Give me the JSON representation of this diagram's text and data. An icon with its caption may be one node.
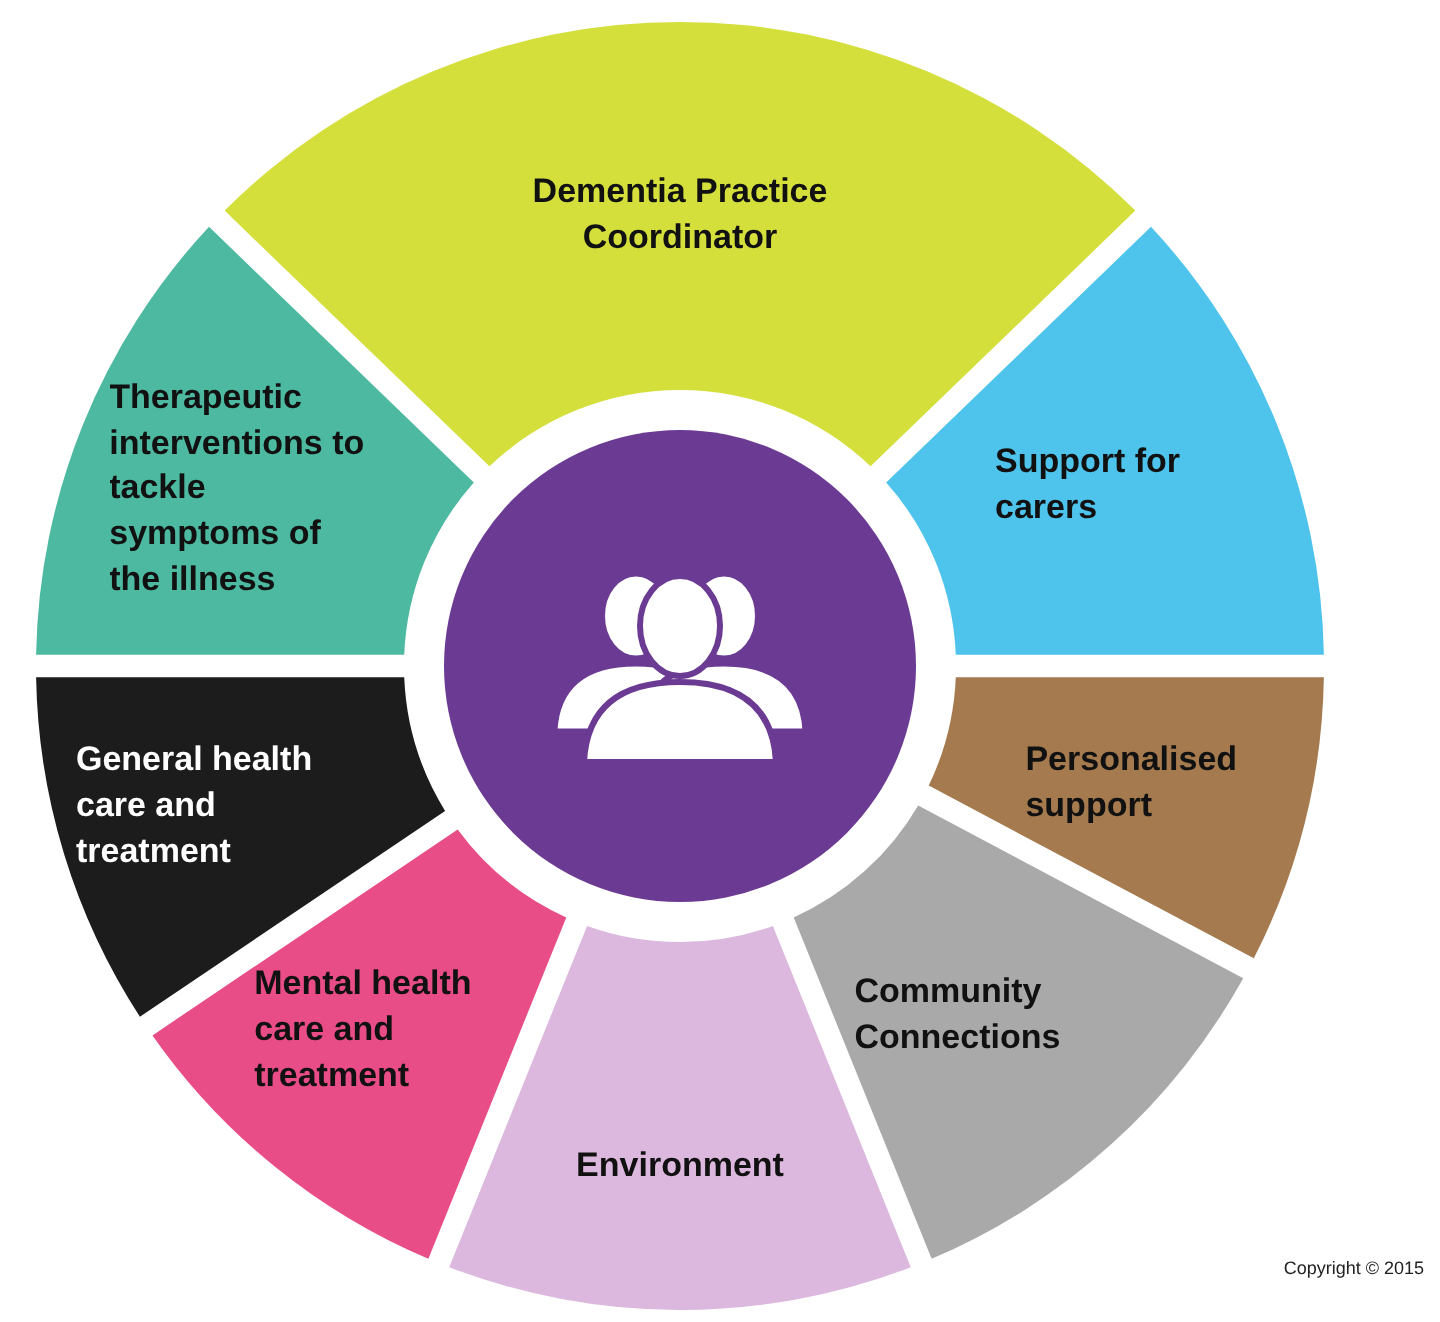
{
  "diagram": {
    "nodes": [
      {
        "text": [
          "Dementia Practice Coordinator"
        ]
      },
      {
        "text": [
          "Support for carers"
        ]
      },
      {
        "text": [
          "Personalised support"
        ]
      },
      {
        "text": [
          "Community Connections"
        ]
      },
      {
        "text": [
          "Environment"
        ]
      },
      {
        "text": [
          "Mental health care and treatment"
        ]
      },
      {
        "text": [
          "General health care and treatment"
        ]
      },
      {
        "text": [
          "Therapeutic interventions to tackle symptoms of the illness"
        ]
      },
      {
        "text": [],
        "shape": "circle"
      }
    ],
    "labels": [
      "Copyright © 2015"
    ]
  }
}
